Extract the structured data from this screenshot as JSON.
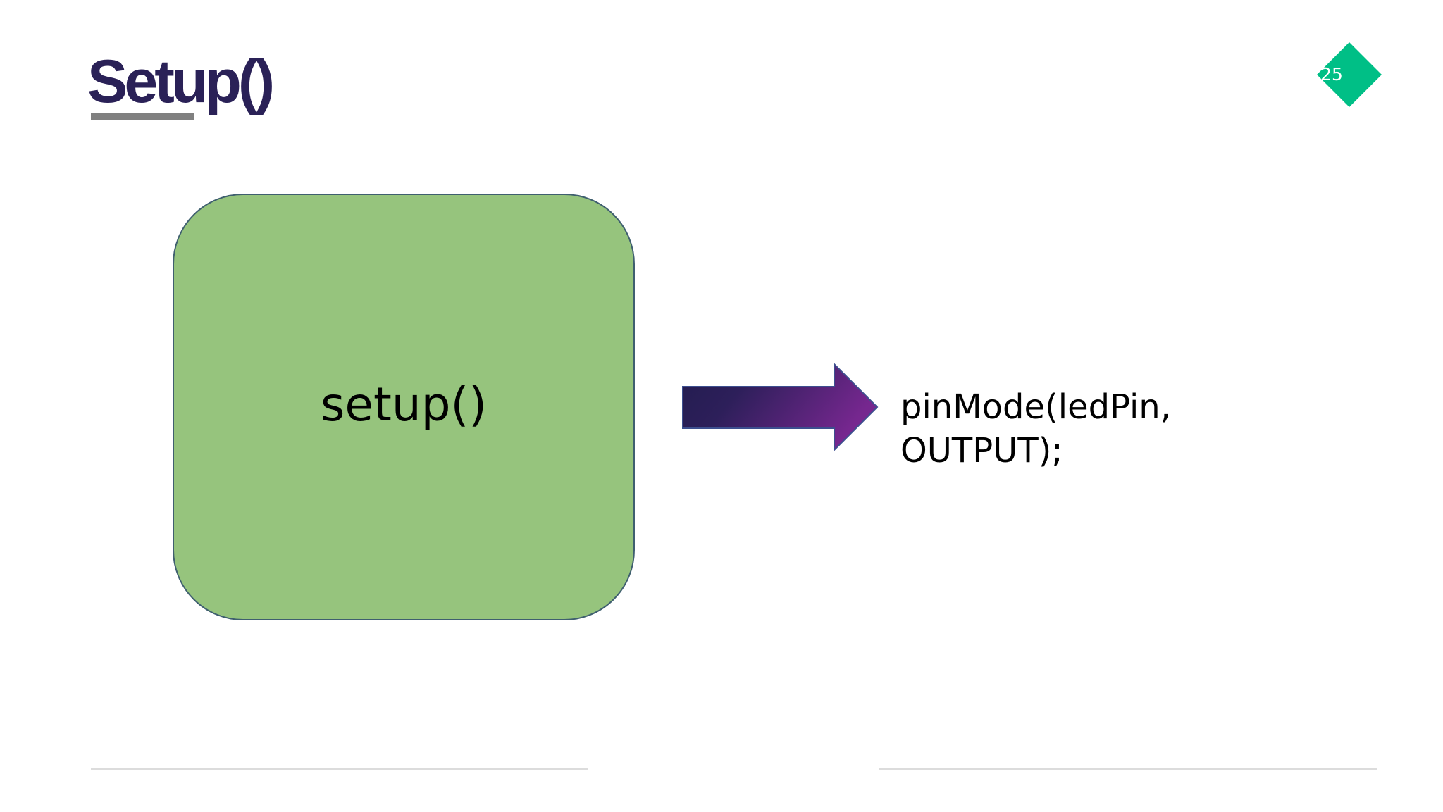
{
  "slide": {
    "title": "Setup()",
    "page_number": "25"
  },
  "diagram": {
    "box_label": "setup()",
    "arrow_icon": "right-arrow-icon",
    "target_text_line1": "pinMode(ledPin,",
    "target_text_line2": "OUTPUT);"
  },
  "colors": {
    "title": "#2a2157",
    "box_fill": "#96c47d",
    "badge": "#00bf86",
    "arrow_start": "#221c4f",
    "arrow_end": "#76278f"
  }
}
